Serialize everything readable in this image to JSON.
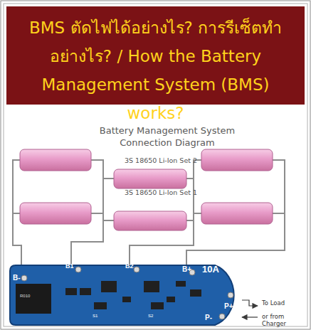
{
  "diagram": {
    "title": "BMS ตัดไฟได้อย่างไร? การรีเซ็ตทำอย่างไร? / How the Battery Management System (BMS) works?",
    "nodes": [
      {
        "text": [
          "B1",
          "B2",
          "B+",
          "10A",
          "B-",
          "R010",
          "P+",
          "S1",
          "S2",
          "P-"
        ]
      }
    ],
    "labels": [
      "Battery Management System Connection Diagram",
      "3S 18650 Li-Ion Set 2",
      "3S 18650 Li-Ion Set 1",
      "To Load",
      "or from Charger"
    ]
  }
}
